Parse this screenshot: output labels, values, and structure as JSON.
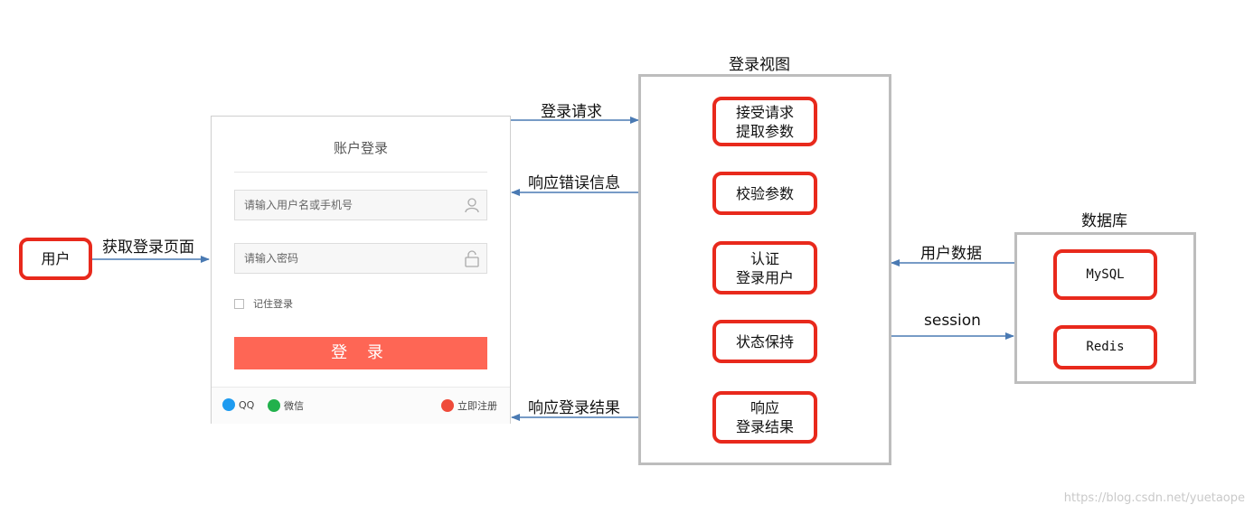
{
  "user_node": {
    "label": "用户"
  },
  "login_card": {
    "title": "账户登录",
    "username_placeholder": "请输入用户名或手机号",
    "password_placeholder": "请输入密码",
    "remember_label": "记住登录",
    "login_button": "登 录",
    "qq_label": "QQ",
    "wechat_label": "微信",
    "register_label": "立即注册"
  },
  "login_view": {
    "title": "登录视图",
    "steps": [
      "接受请求\n提取参数",
      "校验参数",
      "认证\n登录用户",
      "状态保持",
      "响应\n登录结果"
    ]
  },
  "database": {
    "title": "数据库",
    "stores": [
      "MySQL",
      "Redis"
    ]
  },
  "edges": {
    "get_login_page": "获取登录页面",
    "login_request": "登录请求",
    "error_response": "响应错误信息",
    "login_result": "响应登录结果",
    "user_data": "用户数据",
    "session": "session"
  },
  "watermark": "https://blog.csdn.net/yuetaope",
  "colors": {
    "box_border": "#e8291c",
    "container_border": "#bdbdbd",
    "arrow": "#4a7ab3",
    "login_button": "#fe6655"
  }
}
